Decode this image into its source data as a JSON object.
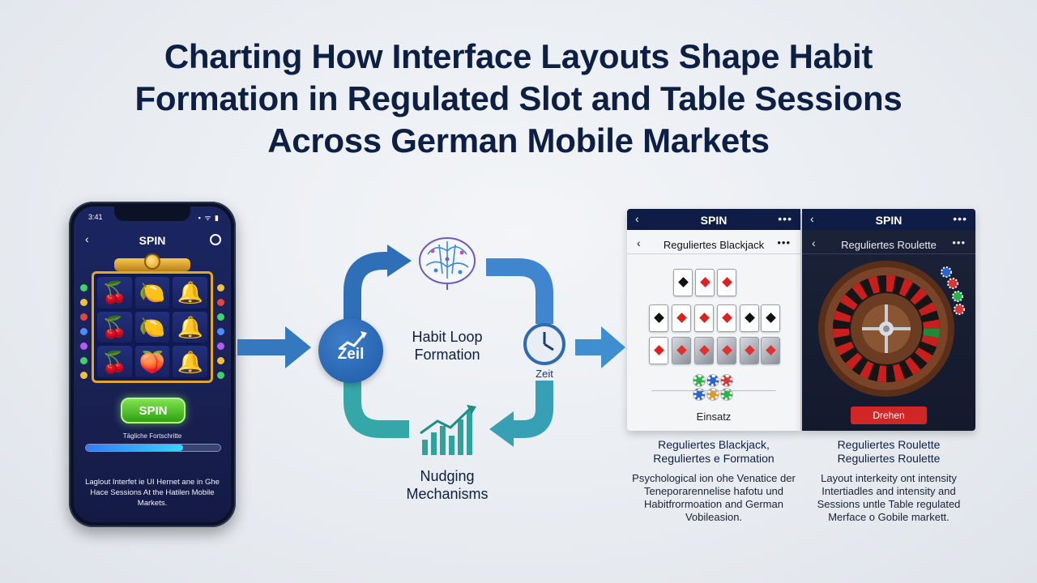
{
  "title": {
    "line1": "Charting How Interface Layouts Shape Habit",
    "line2": "Formation in Regulated Slot and Table Sessions",
    "line3": "Across German Mobile Markets"
  },
  "phone": {
    "status_time": "3:41",
    "status_icons": "▪ ᯤ ▮",
    "back": "‹",
    "title": "SPIN",
    "spin_button": "SPIN",
    "progress_label": "Tägliche Fortschritte",
    "progress_value": 0.72,
    "caption": "Laglout Interfet ie UI Hernet ane in Ghe Hace Sessions At the Hatilen Mobile Markets.",
    "reels": [
      "🍒",
      "🍋",
      "🔔",
      "🍒",
      "🍋",
      "🔔",
      "🍒",
      "🍑",
      "🔔"
    ]
  },
  "loop": {
    "center_line1": "Habit Loop",
    "center_line2": "Formation",
    "zeil_label": "Zeil",
    "clock_label": "Zeit",
    "nudging_line1": "Nudging",
    "nudging_line2": "Mechanisms",
    "icons": [
      "brain-icon",
      "growth-chart-icon",
      "clock-icon",
      "bar-chart-icon"
    ],
    "colors": {
      "blue": "#2f6fb8",
      "teal": "#3aa8a8"
    }
  },
  "blackjack": {
    "topbar_back": "‹",
    "topbar_title": "SPIN",
    "topbar_more": "•••",
    "sub_back": "‹",
    "sub_title": "Reguliertes Blackjack",
    "sub_more": "•••",
    "stake_label": "Einsatz",
    "caption_title_1": "Reguliertes Blackjack,",
    "caption_title_2": "Reguliertes e Formation",
    "caption_body": "Psychological ion ohe Venatice der Teneporarennelise hafotu und Habitfrormoation and German Vobileasion."
  },
  "roulette": {
    "topbar_back": "‹",
    "topbar_title": "SPIN",
    "topbar_more": "•••",
    "sub_back": "‹",
    "sub_title": "Reguliertes Roulette",
    "sub_more": "•••",
    "spin_button": "Drehen",
    "caption_title_1": "Reguliertes Roulette",
    "caption_title_2": "Reguliertes Roulette",
    "caption_body": "Layout interkeity ont intensity Intertiadles and intensity and Sessions untle Table regulated Merface o Gobile markett."
  }
}
